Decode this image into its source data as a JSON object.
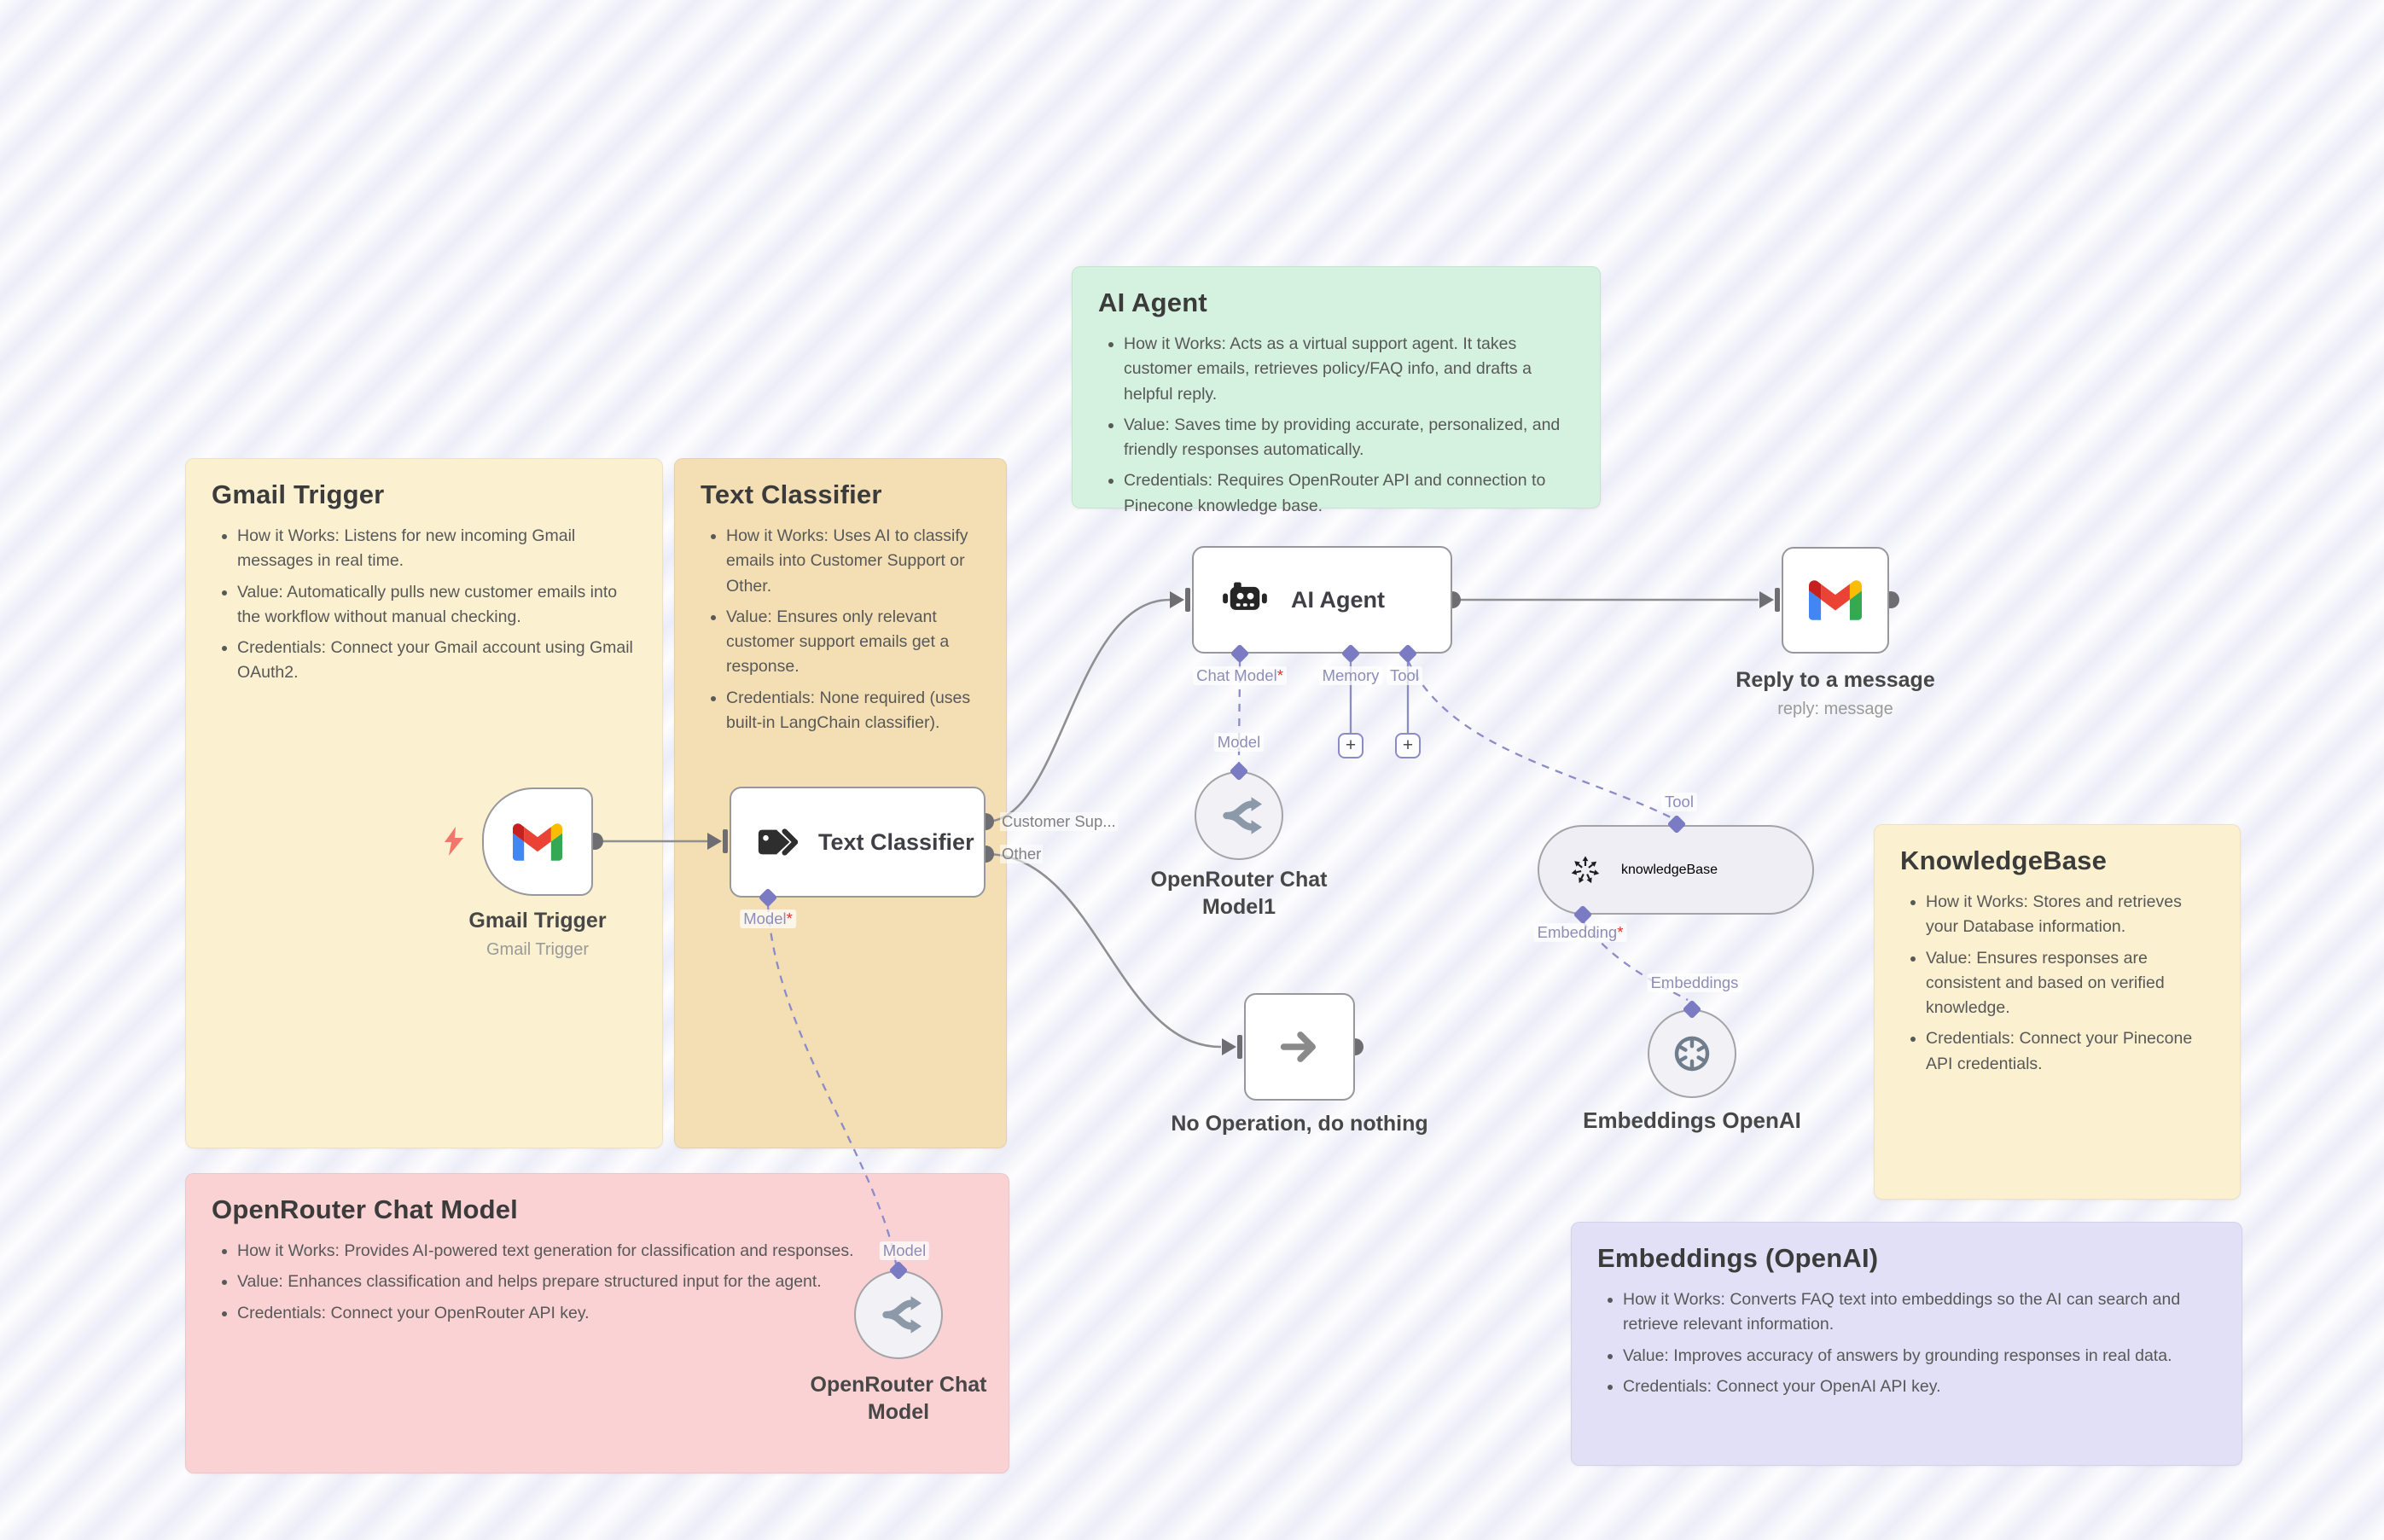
{
  "ui": {
    "plus": "+",
    "required_marker": "*"
  },
  "colors": {
    "sticky_yellow": "#FBF0CF",
    "sticky_amber": "#F3DFB3",
    "sticky_green": "#D5F1DF",
    "sticky_pink": "#FAD2D4",
    "sticky_purple": "#E2E0F6",
    "wire_gray": "#8f8f92",
    "wire_ai_purple": "#8b8bc8",
    "port_diamond_purple": "#7b7bc4",
    "required_red": "#e0312f",
    "node_border": "#98989c"
  },
  "stickies": [
    {
      "title": "Gmail Trigger",
      "bullets": [
        "How it Works: Listens for new incoming Gmail messages in real time.",
        "Value: Automatically pulls new customer emails into the workflow without manual checking.",
        "Credentials: Connect your Gmail account using Gmail OAuth2."
      ]
    },
    {
      "title": "Text Classifier",
      "bullets": [
        "How it Works: Uses AI to classify emails into Customer Support or Other.",
        "Value: Ensures only relevant customer support emails get a response.",
        "Credentials: None required (uses built-in LangChain classifier)."
      ]
    },
    {
      "title": "AI Agent",
      "bullets": [
        "How it Works: Acts as a virtual support agent. It takes customer emails, retrieves policy/FAQ info, and drafts a helpful reply.",
        "Value: Saves time by providing accurate, personalized, and friendly responses automatically.",
        "Credentials: Requires OpenRouter API and connection to Pinecone knowledge base."
      ]
    },
    {
      "title": "OpenRouter Chat Model",
      "bullets": [
        "How it Works: Provides AI-powered text generation for classification and responses.",
        "Value: Enhances classification and helps prepare structured input for the agent.",
        "Credentials: Connect your OpenRouter API key."
      ]
    },
    {
      "title": "KnowledgeBase",
      "bullets": [
        "How it Works: Stores and retrieves your Database information.",
        "Value: Ensures responses are consistent and based on verified knowledge.",
        "Credentials: Connect your Pinecone API credentials."
      ]
    },
    {
      "title": "Embeddings (OpenAI)",
      "bullets": [
        "How it Works: Converts FAQ text into embeddings so the AI can search and retrieve relevant information.",
        "Value: Improves accuracy of answers by grounding responses in real data.",
        "Credentials: Connect your OpenAI API key."
      ]
    }
  ],
  "nodes": {
    "gmail_trigger": {
      "label": "Gmail Trigger",
      "sublabel": "Gmail Trigger"
    },
    "text_classifier": {
      "label": "Text Classifier",
      "output_customer": "Customer Sup...",
      "output_other": "Other",
      "port_model": "Model"
    },
    "ai_agent": {
      "label": "AI Agent",
      "port_chat_model": "Chat Model",
      "port_memory": "Memory",
      "port_tool": "Tool"
    },
    "openrouter_chat_model1": {
      "label": "OpenRouter Chat Model1",
      "port_model": "Model"
    },
    "openrouter_chat_model": {
      "label": "OpenRouter Chat Model",
      "port_model": "Model"
    },
    "reply": {
      "label": "Reply to a message",
      "sublabel": "reply: message"
    },
    "noop": {
      "label": "No Operation, do nothing"
    },
    "knowledgebase": {
      "label": "knowledgeBase",
      "port_tool": "Tool",
      "port_embedding": "Embedding",
      "port_embeddings": "Embeddings"
    },
    "embeddings_openai": {
      "label": "Embeddings OpenAI"
    }
  }
}
